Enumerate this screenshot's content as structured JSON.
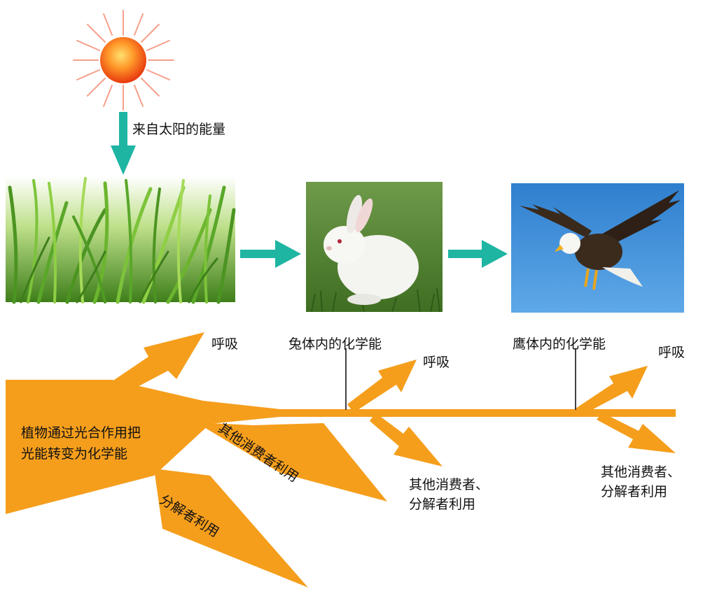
{
  "labels": {
    "sun_energy": "来自太阳的能量",
    "plant_respiration": "呼吸",
    "rabbit_chem_energy": "兔体内的化学能",
    "rabbit_respiration": "呼吸",
    "eagle_chem_energy": "鹰体内的化学能",
    "eagle_respiration": "呼吸",
    "plant_photosynthesis": "植物通过光合作用把光能转变为化学能",
    "plant_consumers": "其他消费者利用",
    "plant_decomposers": "分解者利用",
    "rabbit_consumers_decomposers": "其他消费者、分解者利用",
    "eagle_consumers_decomposers": "其他消费者、分解者利用"
  },
  "colors": {
    "energy_flow": "#F59E1C",
    "link_arrow": "#1EB5A3",
    "sun_core": "#F04A12",
    "sky": "#3C8FD6",
    "grass": "#6BB52E"
  },
  "icons": [
    "sun-icon",
    "grass-photo",
    "rabbit-photo",
    "eagle-photo"
  ]
}
